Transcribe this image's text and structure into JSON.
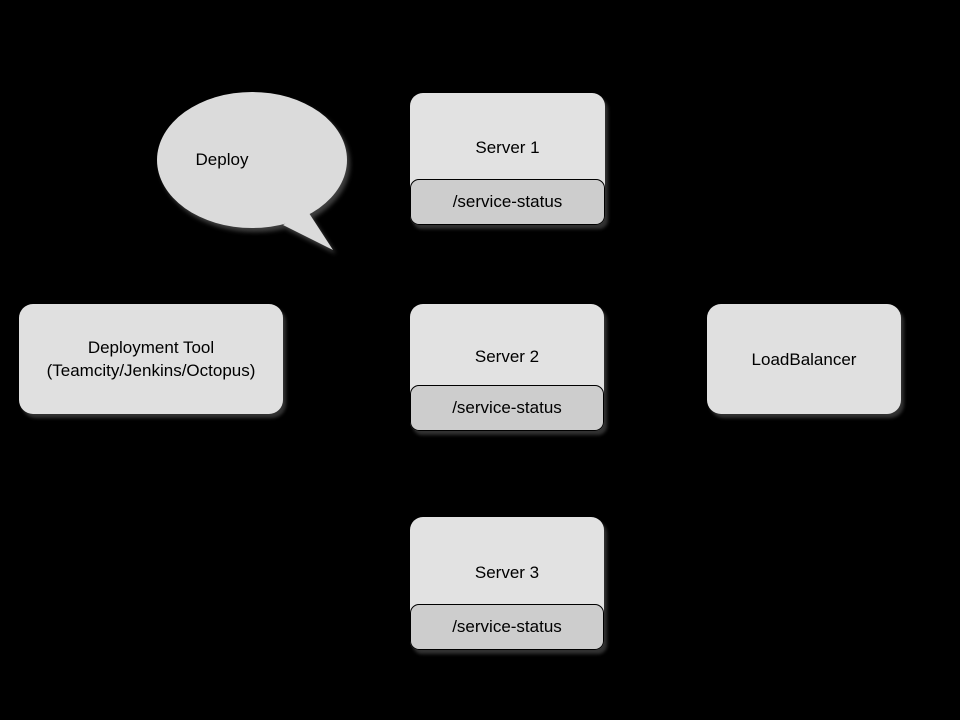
{
  "diagram": {
    "callout": {
      "label": "Deploy"
    },
    "deployment_tool": {
      "line1": "Deployment Tool",
      "line2": "(Teamcity/Jenkins/Octopus)"
    },
    "servers": [
      {
        "name": "Server 1",
        "endpoint": "/service-status"
      },
      {
        "name": "Server 2",
        "endpoint": "/service-status"
      },
      {
        "name": "Server 3",
        "endpoint": "/service-status"
      }
    ],
    "load_balancer": {
      "label": "LoadBalancer"
    },
    "colors": {
      "background": "#000000",
      "node_fill": "#E0E0E0",
      "callout_fill": "#DBDBDB",
      "endpoint_fill": "#CDCDCD",
      "endpoint_border": "#000000",
      "text": "#000000"
    }
  }
}
